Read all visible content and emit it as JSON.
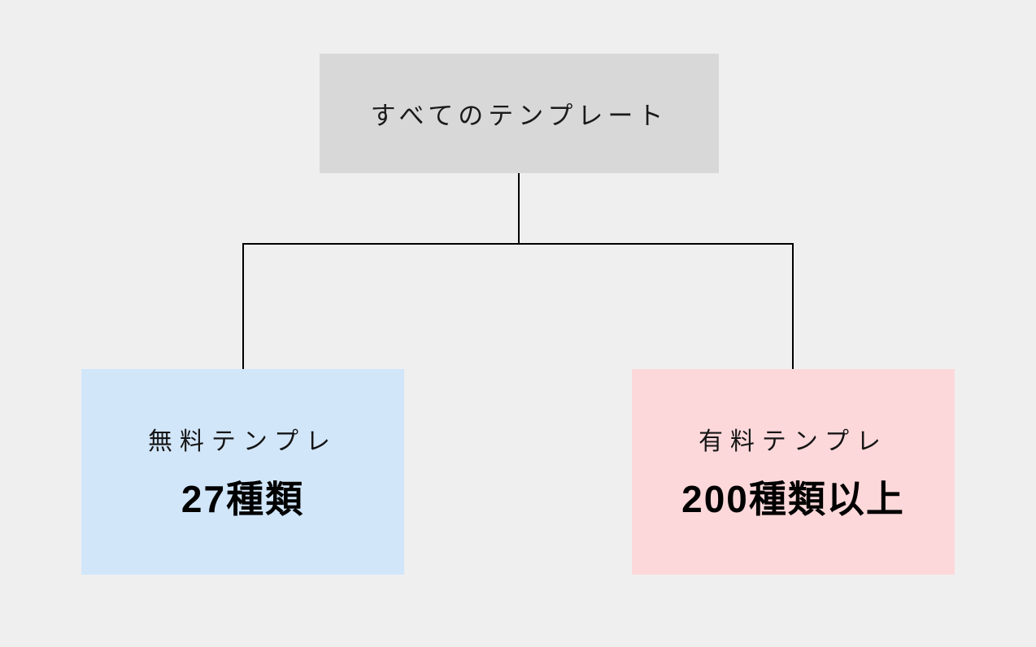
{
  "diagram": {
    "background_color": "#efeff0",
    "line_color": "#000000",
    "root": {
      "label": "すべてのテンプレート",
      "bg_color": "#d8d8d8"
    },
    "children": [
      {
        "id": "free-templates",
        "label": "無料テンプレ",
        "count": "27種類",
        "bg_color": "#d2e6f9"
      },
      {
        "id": "paid-templates",
        "label": "有料テンプレ",
        "count": "200種類以上",
        "bg_color": "#fdd8da"
      }
    ]
  }
}
